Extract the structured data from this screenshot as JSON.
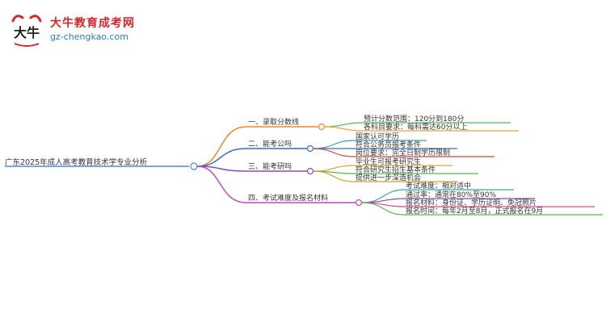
{
  "logo": {
    "title": "大牛教育成考网",
    "url": "gz-chengkao.com",
    "mark_text": "大牛"
  },
  "root": {
    "label": "广东2025年成人高考教育技术学专业分析",
    "color": "#3d8fd6"
  },
  "branches": [
    {
      "label": "一、录取分数线",
      "color": "#e98b2a",
      "children": [
        "预计分数范围：120分到180分",
        "各科目要求：每科需达60分以上"
      ]
    },
    {
      "label": "二、能考公吗",
      "color": "#3a6fb5",
      "children": [
        "国家认可学历",
        "符合公务员报考条件",
        "岗位要求：完全日制学历限制"
      ]
    },
    {
      "label": "三、能考研吗",
      "color": "#8a4bb5",
      "children": [
        "毕业生可报考研究生",
        "符合研究生招生基本条件",
        "提供进一步深造机会"
      ]
    },
    {
      "label": "四、考试难度及报名材料",
      "color": "#c04bb5",
      "children": [
        "考试难度：相对适中",
        "通过率：通常在80%至90%",
        "报名材料：身份证、学历证明、免冠照片",
        "报名时间：每年2月至8月，正式报名在9月"
      ]
    }
  ],
  "leaf_colors": [
    "#56b856",
    "#e6a23c",
    "#3ba3a3",
    "#3a6fb5",
    "#d1453b",
    "#e6a23c",
    "#56b856",
    "#c9a227",
    "#3ba3a3",
    "#8a4bb5",
    "#d04b8a",
    "#56b856",
    "#d1453b"
  ]
}
